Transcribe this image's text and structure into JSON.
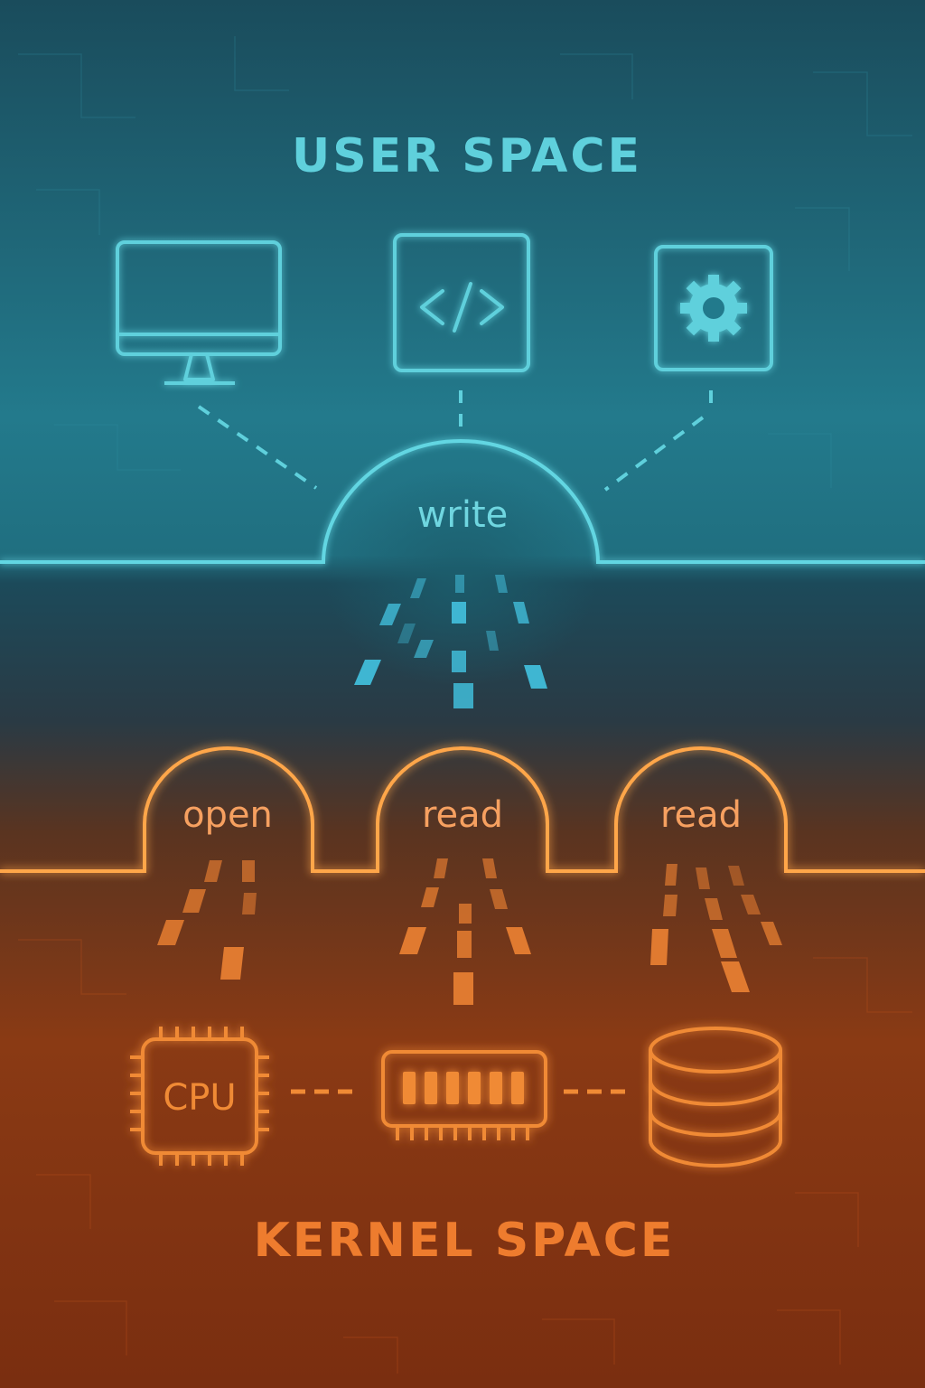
{
  "user_space": {
    "title": "USER SPACE",
    "icons": [
      "monitor-icon",
      "code-icon",
      "gear-icon"
    ],
    "syscall": "write",
    "color": "#5fd0dc"
  },
  "kernel_space": {
    "title": "KERNEL SPACE",
    "syscalls": [
      "open",
      "read",
      "read"
    ],
    "components": [
      "cpu-icon",
      "memory-icon",
      "database-icon"
    ],
    "cpu_label": "CPU",
    "color": "#f08a35"
  },
  "colors": {
    "top_background": "#237a8c",
    "bottom_background": "#8a3512",
    "cyan_glow": "#6fe0ec",
    "orange_glow": "#ffa040"
  }
}
